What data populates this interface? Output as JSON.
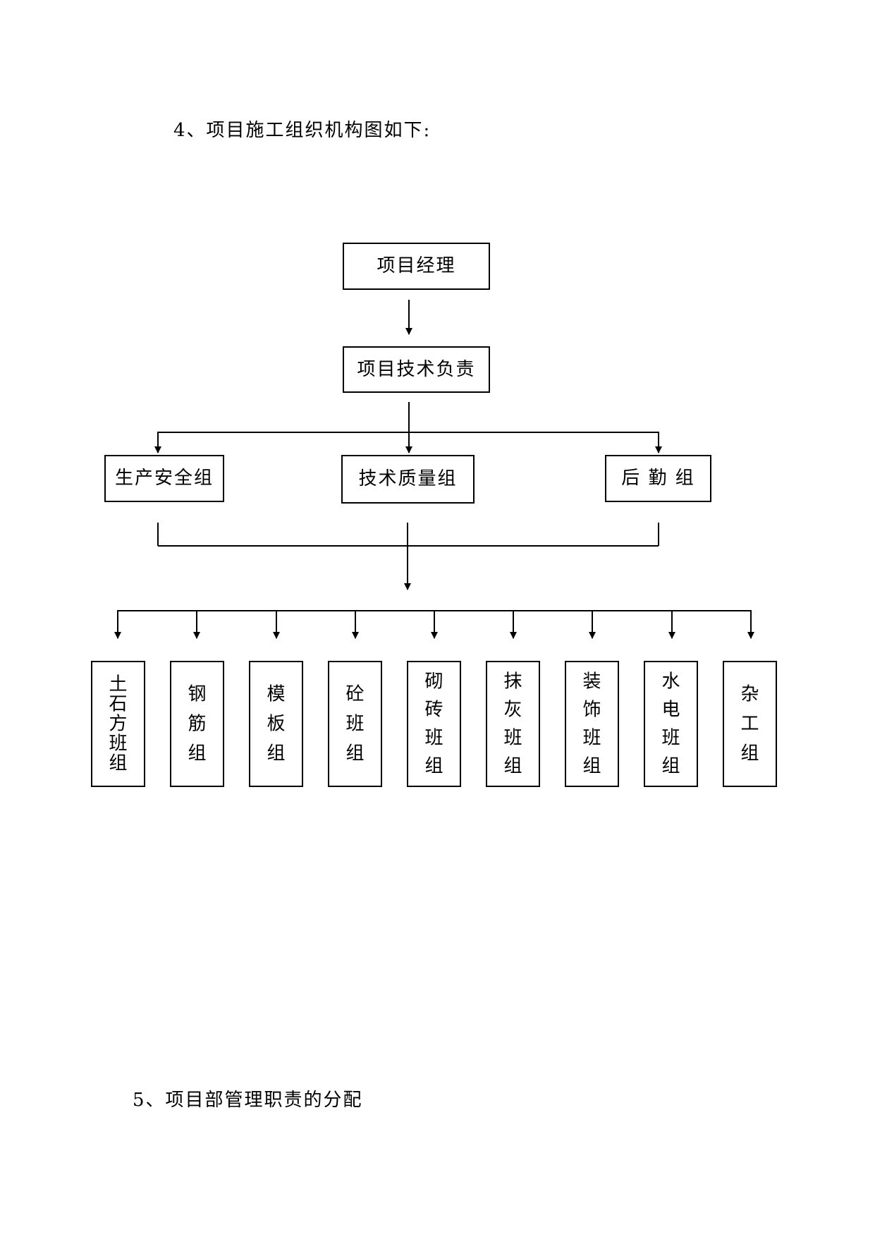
{
  "headings": {
    "section4": "4、项目施工组织机构图如下:",
    "section5": "5、项目部管理职责的分配"
  },
  "org_chart": {
    "top": "项目经理",
    "technical_lead": "项目技术负责",
    "groups": [
      "生产安全组",
      "技术质量组",
      "后 勤 组"
    ],
    "teams": [
      "土石方班组",
      "钢筋组",
      "模板组",
      "砼班组",
      "砌砖班组",
      "抹灰班组",
      "装饰班组",
      "水电班组",
      "杂工组"
    ]
  }
}
